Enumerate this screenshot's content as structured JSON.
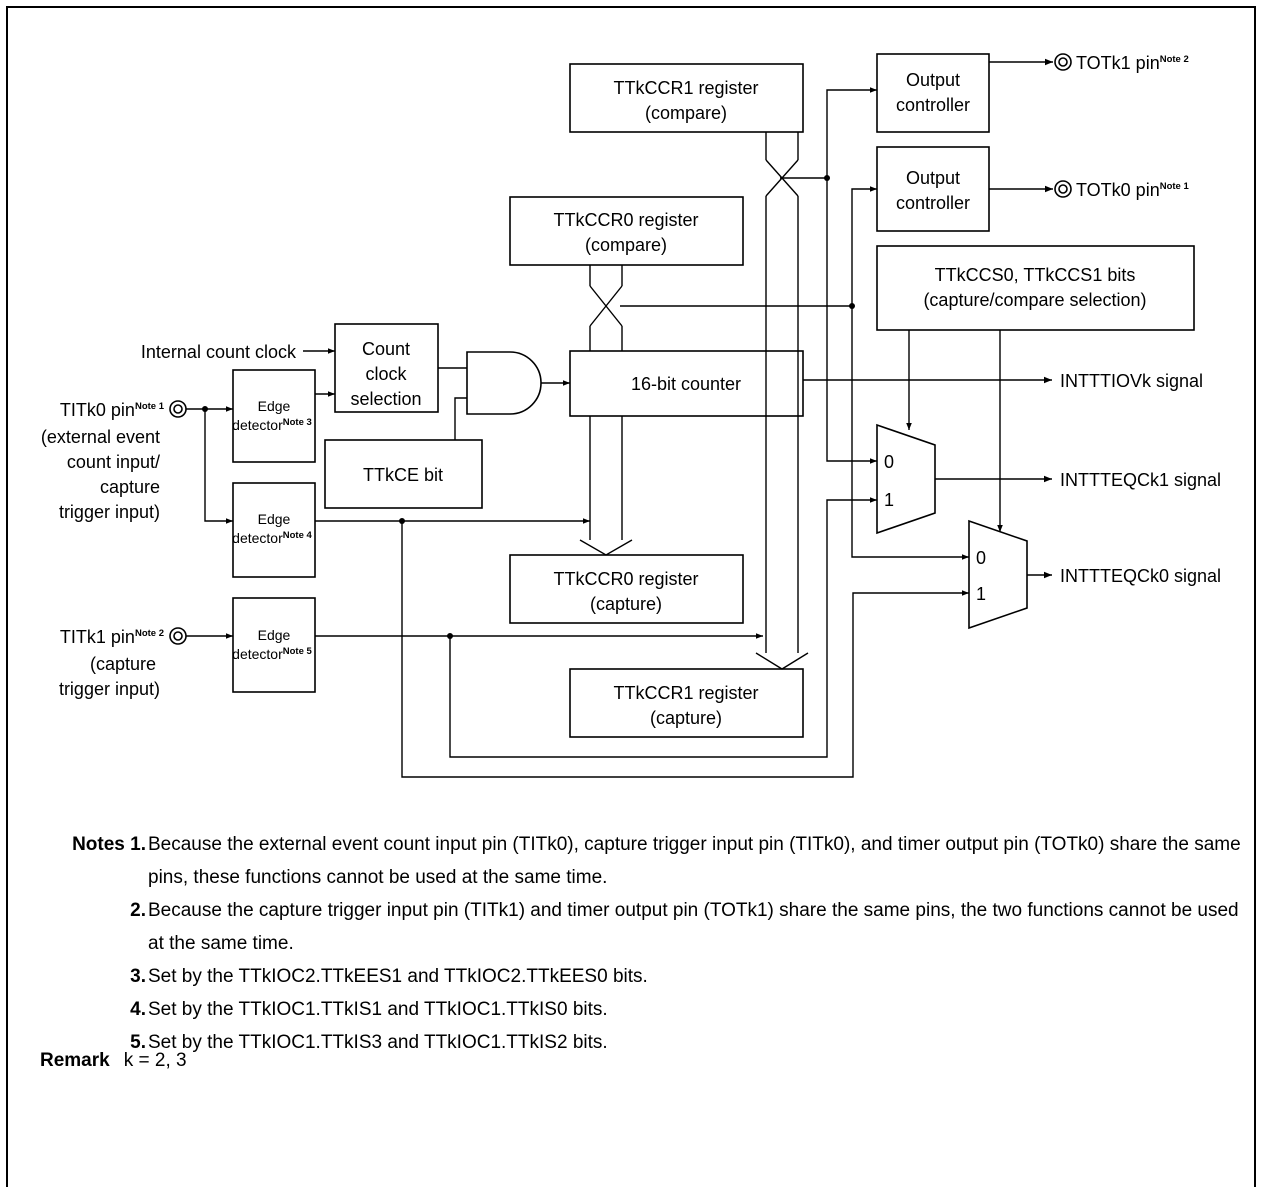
{
  "blocks": {
    "ccr1_compare": [
      "TTkCCR1 register",
      "(compare)"
    ],
    "ccr0_compare": [
      "TTkCCR0 register",
      "(compare)"
    ],
    "output_ctrl_1": [
      "Output",
      "controller"
    ],
    "output_ctrl_0": [
      "Output",
      "controller"
    ],
    "ccs_bits": [
      "TTkCCS0, TTkCCS1 bits",
      "(capture/compare selection)"
    ],
    "count_clock_sel": [
      "Count",
      "clock",
      "selection"
    ],
    "counter": "16-bit counter",
    "ce_bit": "TTkCE bit",
    "edge_det_3": [
      "Edge",
      "detector",
      "Note 3"
    ],
    "edge_det_4": [
      "Edge",
      "detector",
      "Note 4"
    ],
    "edge_det_5": [
      "Edge",
      "detector",
      "Note 5"
    ],
    "ccr0_capture": [
      "TTkCCR0 register",
      "(capture)"
    ],
    "ccr1_capture": [
      "TTkCCR1 register",
      "(capture)"
    ]
  },
  "signals": {
    "internal_clock": "Internal count clock",
    "titk0_pin": "TITk0 pin",
    "titk0_note": "Note 1",
    "titk0_desc": [
      "(external event",
      "count input/",
      "capture",
      "trigger input)"
    ],
    "titk1_pin": "TITk1 pin",
    "titk1_note": "Note 2",
    "titk1_desc": [
      "(capture",
      "trigger input)"
    ],
    "totk1_pin": "TOTk1 pin",
    "totk1_note": "Note 2",
    "totk0_pin": "TOTk0 pin",
    "totk0_note": "Note 1",
    "intttiov": "INTTTIOVk signal",
    "intteqck1": "INTTTEQCk1 signal",
    "intteqck0": "INTTTEQCk0 signal",
    "mux_0": "0",
    "mux_1": "1"
  },
  "notes": {
    "heading": "Notes",
    "items": [
      {
        "num": "1.",
        "text": "Because the external event count input pin (TITk0), capture trigger input pin (TITk0), and timer output pin (TOTk0) share the same pins, these functions cannot be used at the same time."
      },
      {
        "num": "2.",
        "text": "Because the capture trigger input pin (TITk1) and timer output pin (TOTk1) share the same pins, the two functions cannot be used at the same time."
      },
      {
        "num": "3.",
        "text": "Set by the TTkIOC2.TTkEES1 and TTkIOC2.TTkEES0 bits."
      },
      {
        "num": "4.",
        "text": "Set by the TTkIOC1.TTkIS1 and TTkIOC1.TTkIS0 bits."
      },
      {
        "num": "5.",
        "text": "Set by the TTkIOC1.TTkIS3 and TTkIOC1.TTkIS2 bits."
      }
    ]
  },
  "remark": {
    "label": "Remark",
    "text": "k = 2, 3"
  }
}
